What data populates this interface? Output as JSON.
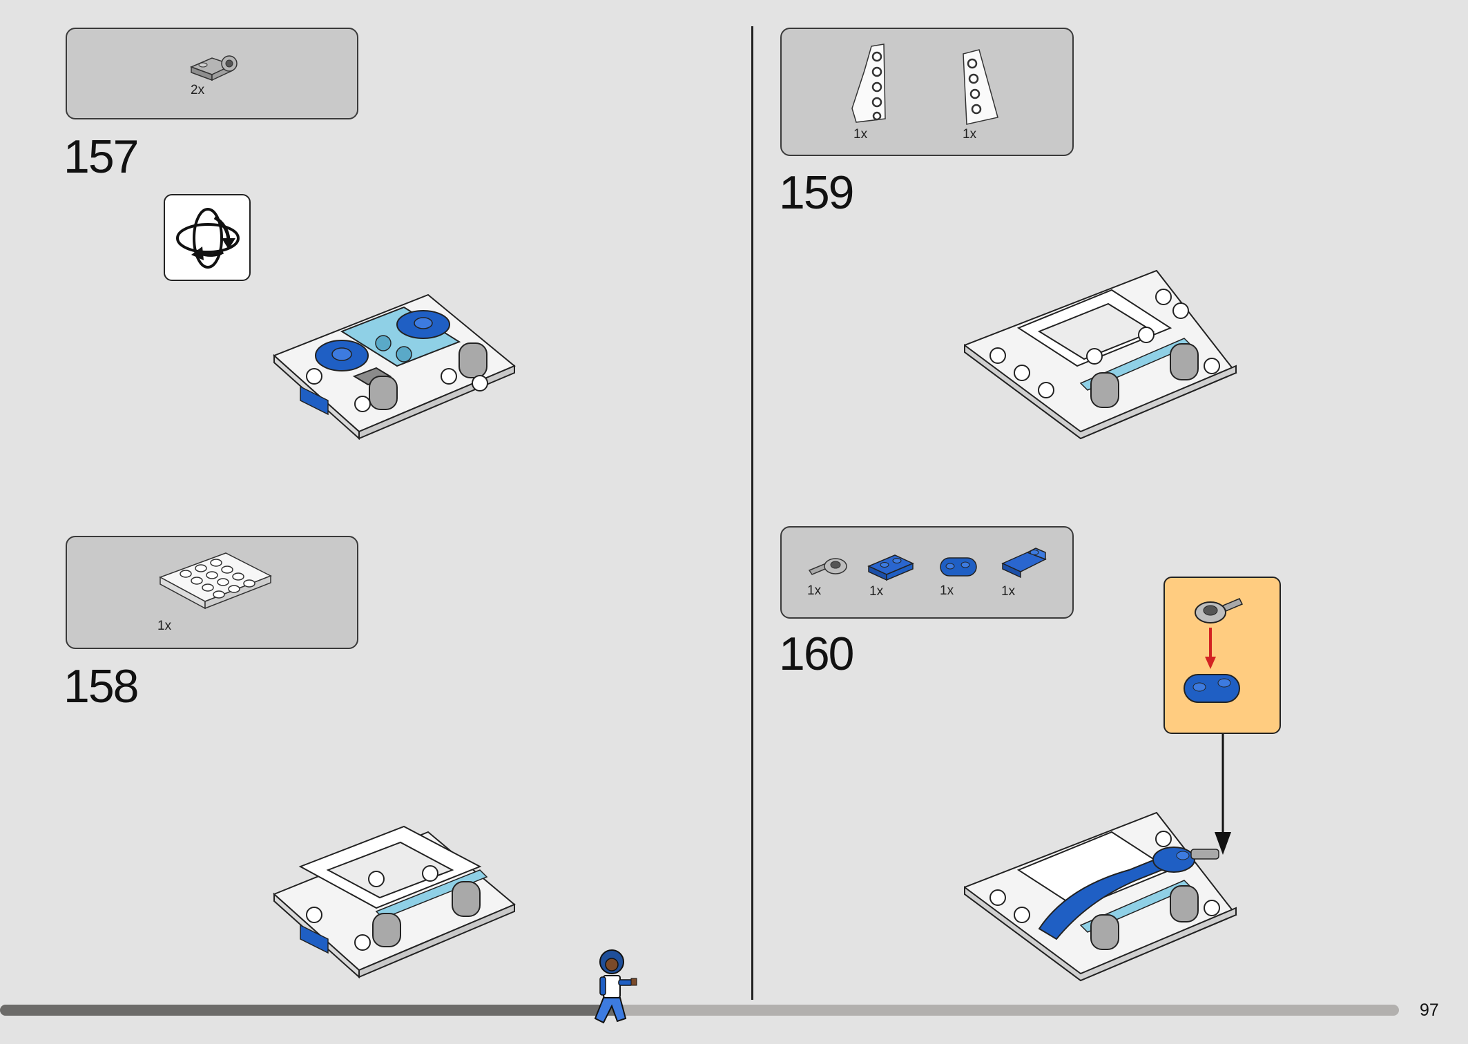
{
  "page": {
    "number": "97"
  },
  "progress": {
    "fraction": 0.44
  },
  "steps": [
    {
      "number": "157",
      "parts": [
        {
          "qty": "2x",
          "icon": "plate-with-pin-hole-grey"
        }
      ]
    },
    {
      "number": "158",
      "parts": [
        {
          "qty": "1x",
          "icon": "hinge-plate-4x4-white"
        }
      ]
    },
    {
      "number": "159",
      "parts": [
        {
          "qty": "1x",
          "icon": "wedge-plate-right-white"
        },
        {
          "qty": "1x",
          "icon": "wedge-plate-left-white"
        }
      ]
    },
    {
      "number": "160",
      "parts": [
        {
          "qty": "1x",
          "icon": "ball-joint-connector-grey"
        },
        {
          "qty": "1x",
          "icon": "plate-1x2-blue"
        },
        {
          "qty": "1x",
          "icon": "plate-round-1x2-blue"
        },
        {
          "qty": "1x",
          "icon": "slope-curved-blue"
        }
      ]
    }
  ],
  "icons": {
    "rotate": "rotate-model-icon",
    "minifig": "walking-minifigure-icon"
  },
  "colors": {
    "background": "#e3e3e3",
    "parts_box": "#c9c9c9",
    "callout": "#ffcc80",
    "brick_blue": "#1f5fc4",
    "brick_light_blue": "#8fd0e6",
    "brick_grey": "#a9a9a9",
    "arrow_red": "#d32222"
  }
}
